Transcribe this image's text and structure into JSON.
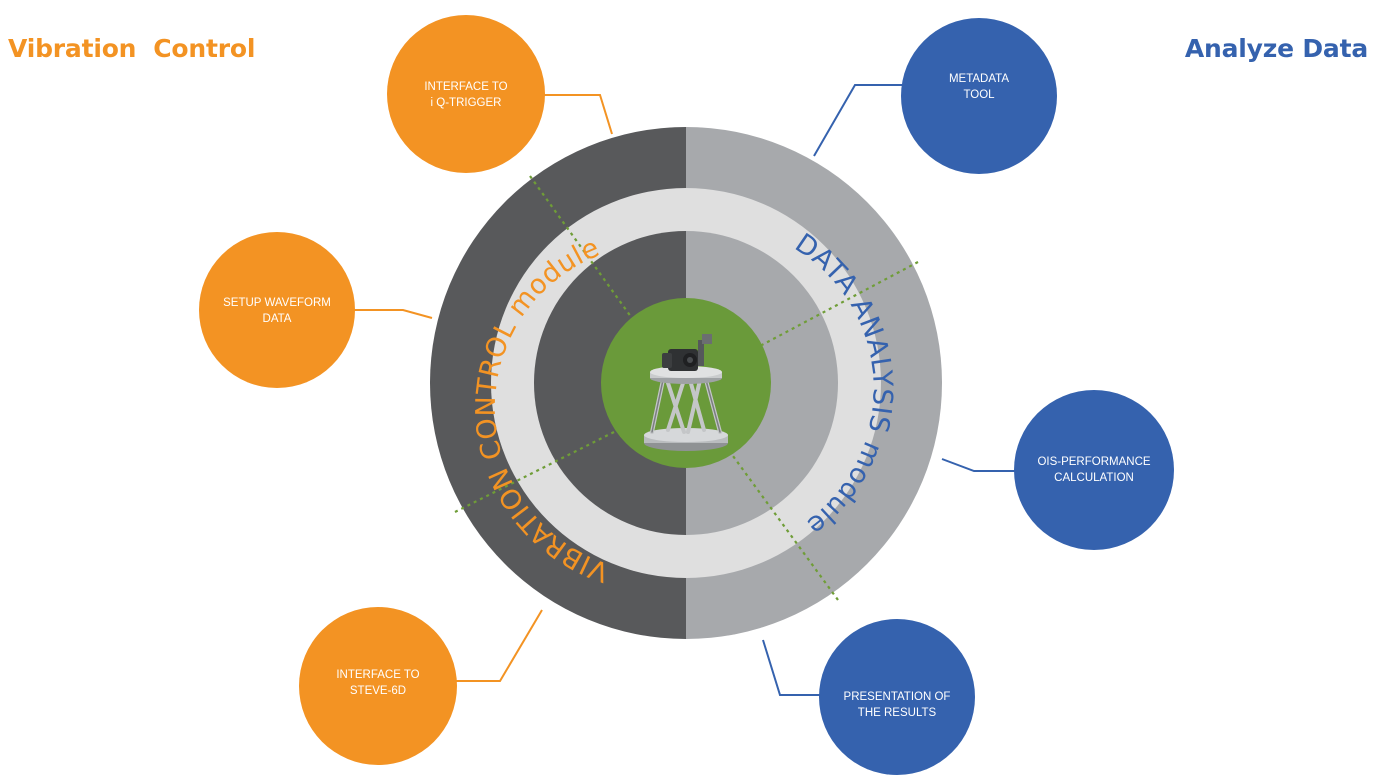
{
  "headings": {
    "left": "Vibration  Control",
    "right": "Analyze Data"
  },
  "colors": {
    "orange": "#f39323",
    "blue": "#3562ae",
    "dark_gray": "#58595b",
    "light_gray": "#a7a9ac",
    "ring_band": "#dfdfdf",
    "center_green": "#6a9a3a",
    "dotted_green": "#6f9d37"
  },
  "ring_labels": {
    "left": "VIBRATION CONTROL module",
    "right": "DATA ANALYSIS module"
  },
  "center": {
    "image": "hexapod-motion-platform-icon"
  },
  "left_bubbles": [
    {
      "line1": "INTERFACE TO",
      "line2": "i Q-TRIGGER"
    },
    {
      "line1": "SETUP WAVEFORM",
      "line2": "DATA"
    },
    {
      "line1": "INTERFACE TO",
      "line2": "STEVE-6D"
    }
  ],
  "right_bubbles": [
    {
      "line1": "METADATA",
      "line2": "TOOL"
    },
    {
      "line1": "OIS-PERFORMANCE",
      "line2": "CALCULATION"
    },
    {
      "line1": "PRESENTATION OF",
      "line2": "THE RESULTS"
    }
  ]
}
